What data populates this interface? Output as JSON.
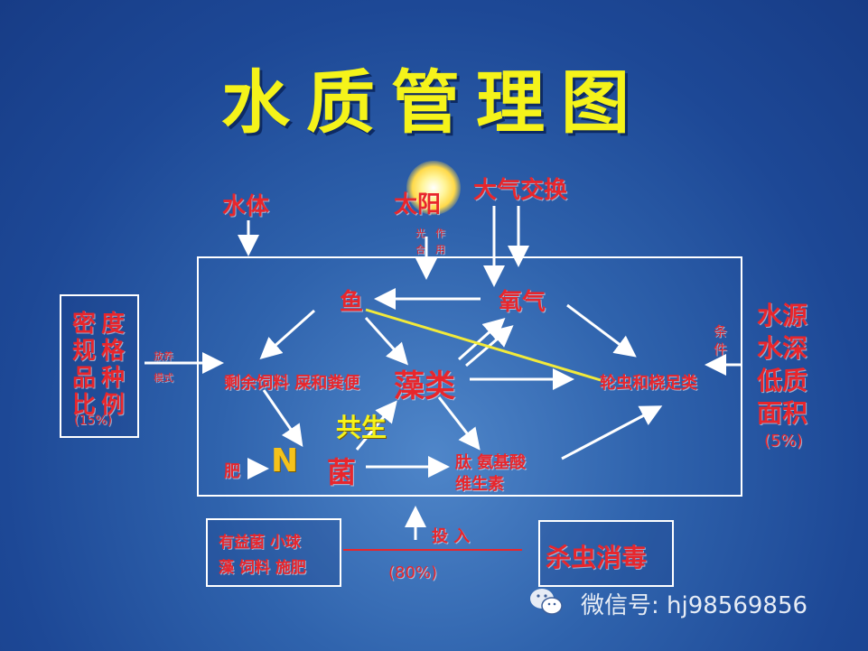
{
  "title": "水质管理图",
  "labels": {
    "water_body": "水体",
    "sun": "太阳",
    "air_exchange": "大气交换",
    "photo_1": "光",
    "photo_2": "合",
    "photo_3": "作",
    "photo_4": "用",
    "fish": "鱼",
    "oxygen": "氧气",
    "leftover": "剩余饲料 屎和粪便",
    "algae": "藻类",
    "rotifer": "轮虫和桡足类",
    "symbiosis": "共生",
    "fertilizer": "肥",
    "nitrogen": "N",
    "bacteria": "菌",
    "peptide_1": "肽 氨基酸",
    "peptide_2": "维生素",
    "stocking_1": "放养",
    "stocking_2": "模式",
    "cond_1": "条",
    "cond_2": "件",
    "input": "投 入",
    "input_pct": "(80%)",
    "left_pct": "(15%)",
    "right_pct": "(5%)",
    "kill": "杀虫消毒",
    "beneficial_1": "有益菌 小球",
    "beneficial_2": "藻 饲料 施肥"
  },
  "left_box": [
    "密",
    "度",
    "规",
    "格",
    "品",
    "种",
    "比",
    "例"
  ],
  "right_box": [
    "水源",
    "水深",
    "低质",
    "面积"
  ],
  "wechat": "微信号: hj98569856",
  "colors": {
    "title": "#f5f31a",
    "label": "#e8262c",
    "arrow": "#ffffff",
    "line": "#f2ea3a"
  }
}
